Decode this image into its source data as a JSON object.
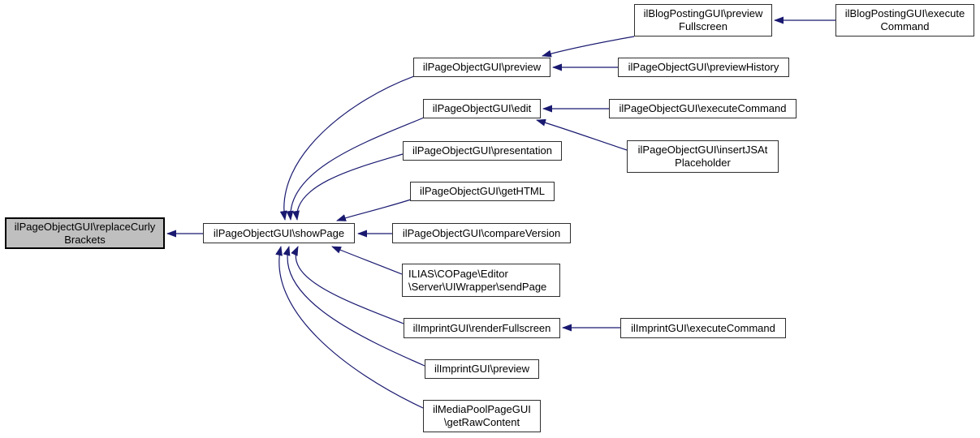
{
  "diagram": {
    "type": "doxygen-caller-graph",
    "background_color": "#ffffff",
    "edge_color": "#191970",
    "node_fill": "#ffffff",
    "node_border_color": "#000000",
    "highlight_node_fill": "#bfbfbf"
  },
  "nodes": {
    "replaceCurlyBrackets": {
      "line1": "ilPageObjectGUI\\replaceCurly",
      "line2": "Brackets",
      "highlighted": true
    },
    "showPage": {
      "line1": "ilPageObjectGUI\\showPage"
    },
    "preview": {
      "line1": "ilPageObjectGUI\\preview"
    },
    "blogPreviewFullscreen": {
      "line1": "ilBlogPostingGUI\\preview",
      "line2": "Fullscreen"
    },
    "blogExecuteCommand": {
      "line1": "ilBlogPostingGUI\\execute",
      "line2": "Command"
    },
    "previewHistory": {
      "line1": "ilPageObjectGUI\\previewHistory"
    },
    "edit": {
      "line1": "ilPageObjectGUI\\edit"
    },
    "pageExecuteCommand": {
      "line1": "ilPageObjectGUI\\executeCommand"
    },
    "insertJSAtPlaceholder": {
      "line1": "ilPageObjectGUI\\insertJSAt",
      "line2": "Placeholder"
    },
    "presentation": {
      "line1": "ilPageObjectGUI\\presentation"
    },
    "getHTML": {
      "line1": "ilPageObjectGUI\\getHTML"
    },
    "compareVersion": {
      "line1": "ilPageObjectGUI\\compareVersion"
    },
    "sendPage": {
      "line1": "ILIAS\\COPage\\Editor",
      "line2": "\\Server\\UIWrapper\\sendPage"
    },
    "renderFullscreen": {
      "line1": "ilImprintGUI\\renderFullscreen"
    },
    "imprintExecuteCommand": {
      "line1": "ilImprintGUI\\executeCommand"
    },
    "imprintPreview": {
      "line1": "ilImprintGUI\\preview"
    },
    "getRawContent": {
      "line1": "ilMediaPoolPageGUI",
      "line2": "\\getRawContent"
    }
  },
  "edges": [
    {
      "from": "showPage",
      "to": "replaceCurlyBrackets"
    },
    {
      "from": "preview",
      "to": "showPage"
    },
    {
      "from": "edit",
      "to": "showPage"
    },
    {
      "from": "presentation",
      "to": "showPage"
    },
    {
      "from": "getHTML",
      "to": "showPage"
    },
    {
      "from": "compareVersion",
      "to": "showPage"
    },
    {
      "from": "sendPage",
      "to": "showPage"
    },
    {
      "from": "renderFullscreen",
      "to": "showPage"
    },
    {
      "from": "imprintPreview",
      "to": "showPage"
    },
    {
      "from": "getRawContent",
      "to": "showPage"
    },
    {
      "from": "blogPreviewFullscreen",
      "to": "preview"
    },
    {
      "from": "previewHistory",
      "to": "preview"
    },
    {
      "from": "blogExecuteCommand",
      "to": "blogPreviewFullscreen"
    },
    {
      "from": "pageExecuteCommand",
      "to": "edit"
    },
    {
      "from": "insertJSAtPlaceholder",
      "to": "edit"
    },
    {
      "from": "imprintExecuteCommand",
      "to": "renderFullscreen"
    }
  ]
}
